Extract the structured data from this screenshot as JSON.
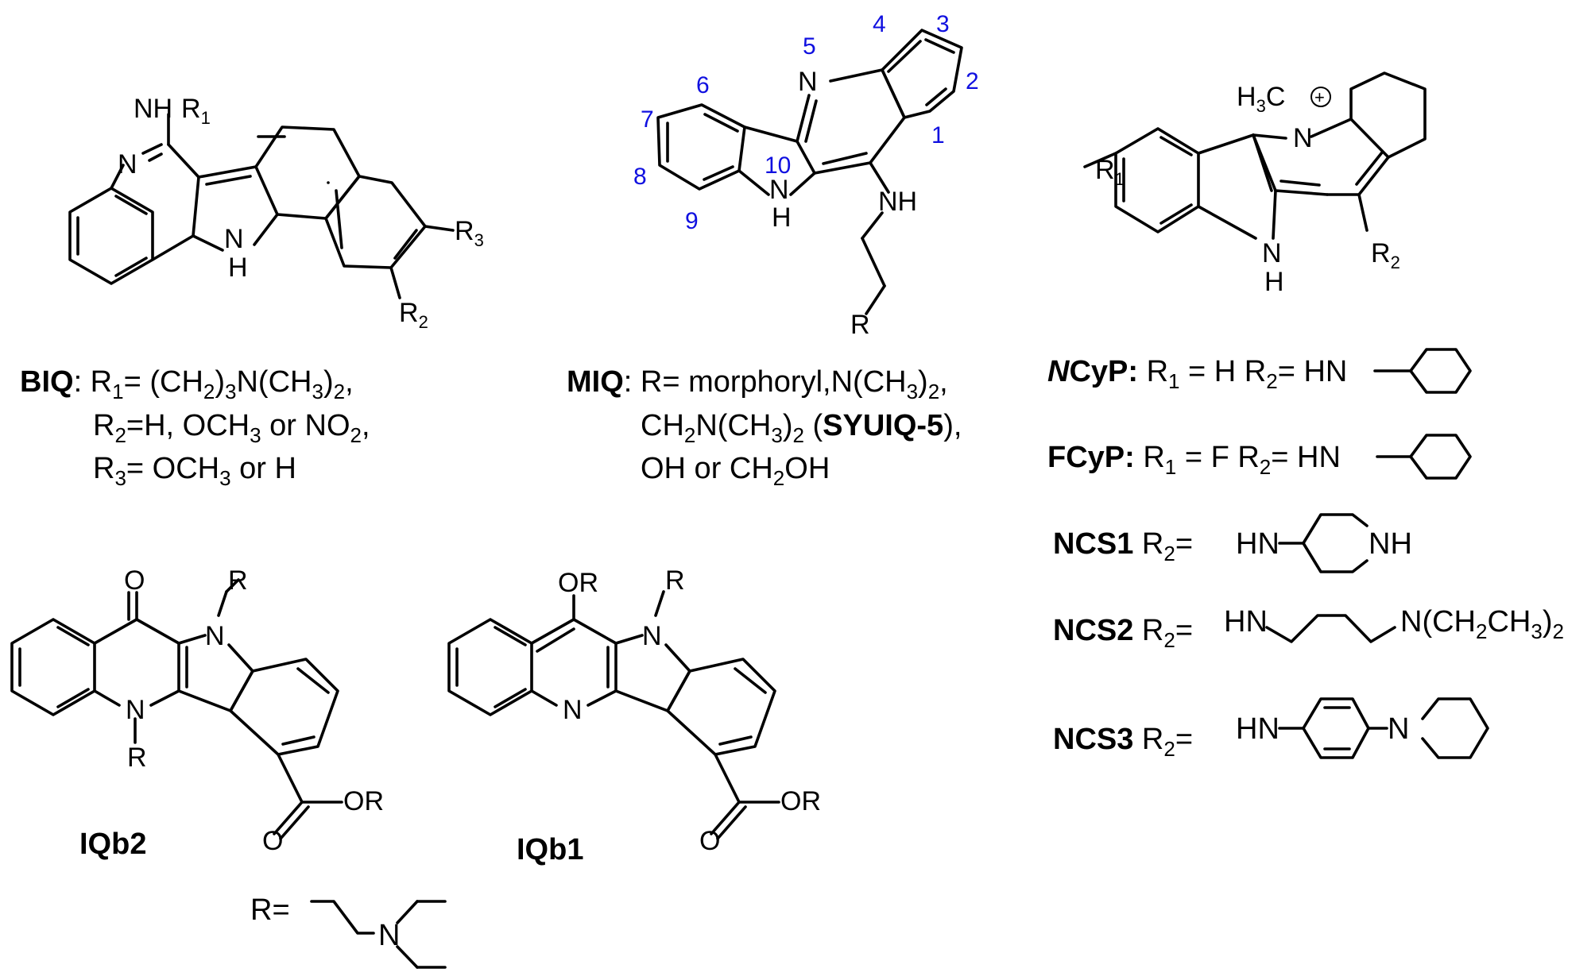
{
  "compounds": {
    "biq": {
      "name": "BIQ",
      "sep": ":",
      "atoms": {
        "nh": "NH",
        "r1": "R",
        "r1_sub": "1",
        "n": "N",
        "h": "H",
        "r3": "R",
        "r3_sub": "3",
        "r2": "R",
        "r2_sub": "2"
      },
      "caption": {
        "line1": {
          "a": " R",
          "s1": "1",
          "b": "= (CH",
          "s2": "2",
          "c": ")",
          "s3": "3",
          "d": "N(CH",
          "s4": "3",
          "e": ")",
          "s5": "2",
          "f": ","
        },
        "line2": {
          "a": "R",
          "s1": "2",
          "b": "=H, OCH",
          "s2": "3",
          "c": " or NO",
          "s3": "2",
          "d": ","
        },
        "line3": {
          "a": "R",
          "s1": "3",
          "b": "= OCH",
          "s2": "3",
          "c": " or H"
        }
      }
    },
    "miq": {
      "name": "MIQ",
      "sep": ":",
      "atoms": {
        "n5": "N",
        "nh_ring_n": "N",
        "nh_ring_h": "H",
        "nh_side": "NH",
        "r": "R"
      },
      "numbering": [
        "1",
        "2",
        "3",
        "4",
        "5",
        "6",
        "7",
        "8",
        "9",
        "10"
      ],
      "caption": {
        "line1": {
          "a": " R= morphoryl,N(CH",
          "s1": "3",
          "b": ")",
          "s2": "2",
          "c": ","
        },
        "line2": {
          "a": "CH",
          "s1": "2",
          "b": "N(CH",
          "s2": "3",
          "c": ")",
          "s3": "2",
          "d": " (",
          "bold": "SYUIQ-5",
          "e": "),"
        },
        "line3": {
          "a": "OH or CH",
          "s1": "2",
          "b": "OH"
        }
      }
    },
    "cryptolepine": {
      "atoms": {
        "h3c": "H",
        "h3c_sub": "3",
        "h3c_c": "C",
        "nplus": "N",
        "plus": "+",
        "r1": "R",
        "r1_sub": "1",
        "nh_n": "N",
        "nh_h": "H",
        "r2": "R",
        "r2_sub": "2"
      },
      "rows": [
        {
          "name_italic": "N",
          "name": "CyP:",
          "text": " R",
          "s1": "1",
          "mid": " = H R",
          "s2": "2",
          "eq": "= HN"
        },
        {
          "name": "FCyP:",
          "text": " R",
          "s1": "1",
          "mid": " = F R",
          "s2": "2",
          "eq": "= HN"
        },
        {
          "name": "NCS1",
          "text": " R",
          "s2": "2",
          "eq": "=",
          "hn": "HN",
          "nh": "NH"
        },
        {
          "name": "NCS2",
          "text": " R",
          "s2": "2",
          "eq": "=",
          "hn": "HN",
          "tail": "N(CH",
          "ts1": "2",
          "tb": "CH",
          "ts2": "3",
          "tc": ")",
          "ts3": "2"
        },
        {
          "name": "NCS3",
          "text": " R",
          "s2": "2",
          "eq": "=",
          "hn": "HN",
          "n": "N"
        }
      ]
    },
    "iqb2": {
      "name": "IQb2",
      "atoms": {
        "o": "O",
        "n_top": "N",
        "r_top": "R",
        "n_bottom": "N",
        "r_bottom": "R",
        "o_ester": "O",
        "or": "OR"
      }
    },
    "iqb1": {
      "name": "IQb1",
      "atoms": {
        "or_top": "OR",
        "n_top": "N",
        "r_top": "R",
        "n_ring": "N",
        "o_ester": "O",
        "or": "OR"
      }
    },
    "r_definition": {
      "label": "R=",
      "n": "N"
    }
  }
}
